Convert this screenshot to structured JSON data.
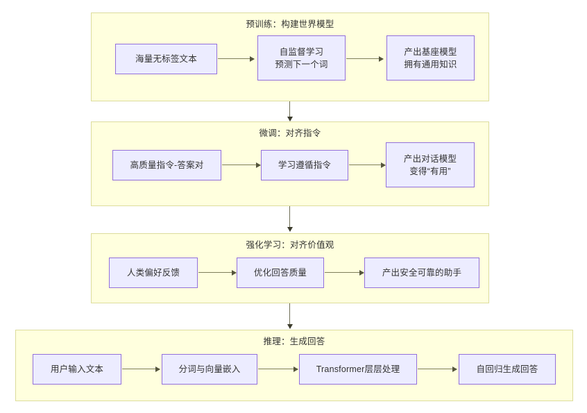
{
  "diagram": {
    "title_text": "",
    "colors": {
      "stage_fill": "#FFFFDE",
      "stage_border": "#DCDC9C",
      "node_fill": "#ECECFF",
      "node_border": "#9370DB",
      "arrow": "#7F7F5A",
      "text": "#333333",
      "background": "#FFFFFF"
    },
    "stages": [
      {
        "id": "pretrain",
        "title": "预训练：构建世界模型",
        "nodes": [
          {
            "id": "pretrain-node-1",
            "label": "海量无标签文本"
          },
          {
            "id": "pretrain-node-2",
            "label": "自监督学习\n预测下一个词"
          },
          {
            "id": "pretrain-node-3",
            "label": "产出基座模型\n拥有通用知识"
          }
        ]
      },
      {
        "id": "finetune",
        "title": "微调：对齐指令",
        "nodes": [
          {
            "id": "finetune-node-1",
            "label": "高质量指令-答案对"
          },
          {
            "id": "finetune-node-2",
            "label": "学习遵循指令"
          },
          {
            "id": "finetune-node-3",
            "label": "产出对话模型\n变得“有用”"
          }
        ]
      },
      {
        "id": "rlhf",
        "title": "强化学习：对齐价值观",
        "nodes": [
          {
            "id": "rlhf-node-1",
            "label": "人类偏好反馈"
          },
          {
            "id": "rlhf-node-2",
            "label": "优化回答质量"
          },
          {
            "id": "rlhf-node-3",
            "label": "产出安全可靠的助手"
          }
        ]
      },
      {
        "id": "inference",
        "title": "推理：生成回答",
        "nodes": [
          {
            "id": "inference-node-1",
            "label": "用户输入文本"
          },
          {
            "id": "inference-node-2",
            "label": "分词与向量嵌入"
          },
          {
            "id": "inference-node-3",
            "label": "Transformer层层处理"
          },
          {
            "id": "inference-node-4",
            "label": "自回归生成回答"
          }
        ]
      }
    ]
  }
}
